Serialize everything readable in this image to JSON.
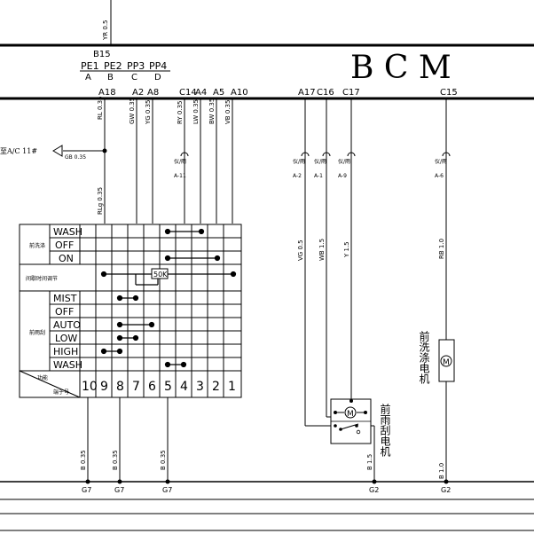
{
  "module": {
    "title": "B C M",
    "top_wire": "YR 0.5",
    "connector": "B15",
    "pins": [
      "PE1",
      "PE2",
      "PP3",
      "PP4"
    ],
    "pin_letters": [
      "A",
      "B",
      "C",
      "D"
    ]
  },
  "terminals": [
    "A18",
    "A2",
    "A8",
    "C14",
    "A4",
    "A5",
    "A10",
    "A17",
    "C16",
    "C17",
    "C15"
  ],
  "wires": {
    "rl": "RL 0.35",
    "gw": "GW 0.35",
    "yg": "YG 0.35",
    "ry": "RY 0.35",
    "lw": "LW 0.35",
    "bw": "BW 0.35",
    "vb": "VB 0.35",
    "rlg": "RLg 0.35",
    "gb": "GB 0.35",
    "vg": "VG 0.5",
    "wb": "WB 1.5",
    "y": "Y 1.5",
    "rb": "RB 1.0",
    "b035": "B 0.35",
    "b15": "B 1.5",
    "b10": "B 1.0"
  },
  "ac_label": "至A/C 11#",
  "conn_marks": [
    {
      "text": "仪/雨",
      "sub": "A-11"
    },
    {
      "text": "仪/雨",
      "sub": "A-2"
    },
    {
      "text": "仪/雨",
      "sub": "A-1"
    },
    {
      "text": "仪/雨",
      "sub": "A-9"
    },
    {
      "text": "仪/雨",
      "sub": "A-6"
    }
  ],
  "switch": {
    "wash_group_label": "前洗涤",
    "wash_rows": [
      "WASH",
      "OFF",
      "ON"
    ],
    "interval_label": "间歇时间调节",
    "resistor": "50K",
    "wiper_group_label": "前雨刮",
    "wiper_rows": [
      "MIST",
      "OFF",
      "AUTO",
      "LOW",
      "HIGH",
      "WASH"
    ],
    "header_top": "功能",
    "header_bottom": "端子号",
    "pin_numbers": [
      "10",
      "9",
      "8",
      "7",
      "6",
      "5",
      "4",
      "3",
      "2",
      "1"
    ]
  },
  "wiper_motor_label": "前雨刮电机",
  "washer_motor_label": "前洗涤电机",
  "motor_symbol": "M",
  "grounds": [
    "G7",
    "G7",
    "G7",
    "G2",
    "G2"
  ]
}
